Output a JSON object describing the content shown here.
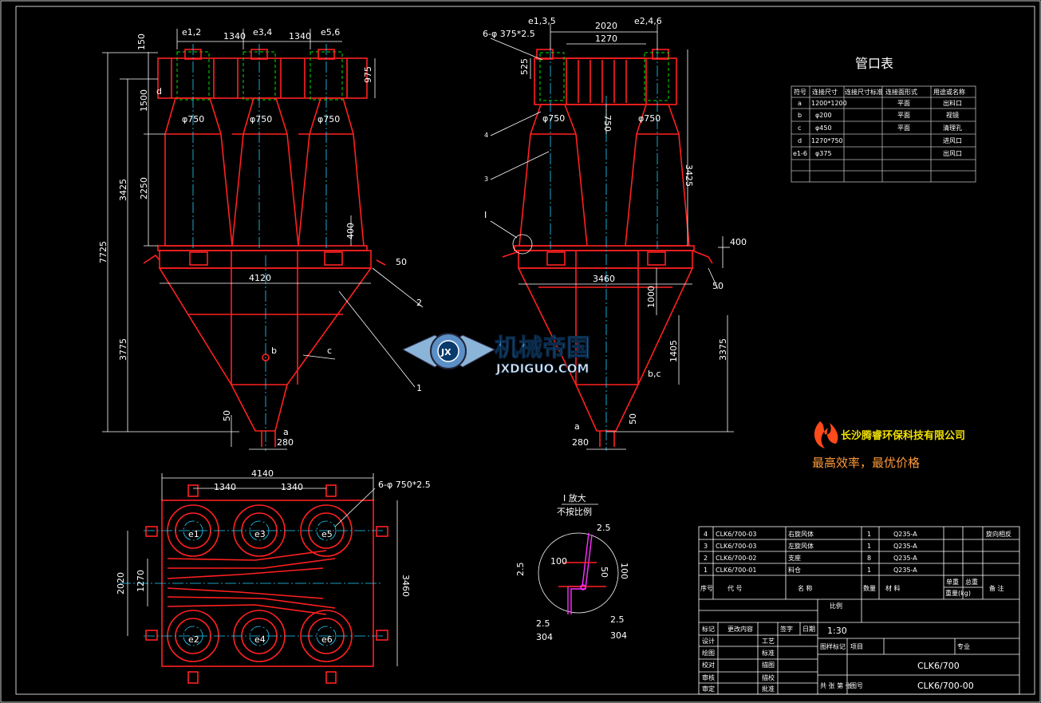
{
  "front_view": {
    "dims": {
      "d150": "150",
      "e12": "e1,2",
      "d1340a": "1340",
      "e34": "e3,4",
      "d1340b": "1340",
      "e56": "e5,6",
      "d975": "975",
      "d1500": "1500",
      "d2250": "2250",
      "d3425": "3425",
      "d7725": "7725",
      "d400": "400",
      "d4120": "4120",
      "d3775": "3775",
      "d50": "50",
      "d280": "280",
      "d50r": "50"
    },
    "labels": {
      "d": "d",
      "phi1": "φ750",
      "phi2": "φ750",
      "phi3": "φ750",
      "b": "b",
      "c": "c",
      "a": "a",
      "n2": "2",
      "n1": "1"
    }
  },
  "side_view": {
    "dims": {
      "e135": "e1,3,5",
      "d2020": "2020",
      "e246": "e2,4,6",
      "holes": "6-φ 375*2.5",
      "d1270": "1270",
      "d525": "525",
      "d750": "750",
      "d3425": "3425",
      "d400": "400",
      "d50": "50",
      "d3460": "3460",
      "d1000": "1000",
      "d1405": "1405",
      "d3375": "3375",
      "d50b": "50",
      "d280": "280"
    },
    "labels": {
      "phi1": "φ750",
      "phi2": "φ750",
      "n4": "4",
      "n3": "3",
      "nI": "I",
      "bc": "b,c",
      "a": "a"
    }
  },
  "plan_view": {
    "dims": {
      "d4140": "4140",
      "d1340a": "1340",
      "d1340b": "1340",
      "holes": "6-φ 750*2.5",
      "d2020": "2020",
      "d1270": "1270",
      "d3460": "3460"
    },
    "outlets": [
      "e1",
      "e3",
      "e5",
      "e2",
      "e4",
      "e6"
    ]
  },
  "detail": {
    "title": "I 放大",
    "subtitle": "不按比例",
    "dims": {
      "t1": "2.5",
      "d100a": "100",
      "d50": "50",
      "d100b": "100",
      "t2": "2.5",
      "t3": "2.5",
      "t4": "2.5",
      "d304a": "304",
      "d304b": "304"
    }
  },
  "nozzle_table": {
    "title": "管口表",
    "headers": [
      "符号",
      "连接尺寸",
      "连接尺寸标准",
      "连接面形式",
      "用途或名称"
    ],
    "rows": [
      [
        "a",
        "1200*1200",
        "",
        "平面",
        "出料口"
      ],
      [
        "b",
        "φ200",
        "",
        "平面",
        "视镜"
      ],
      [
        "c",
        "φ450",
        "",
        "平面",
        "清理孔"
      ],
      [
        "d",
        "1270*750",
        "",
        "",
        "进风口"
      ],
      [
        "e1-6",
        "φ375",
        "",
        "",
        "出风口"
      ],
      [
        "",
        "",
        "",
        "",
        ""
      ]
    ]
  },
  "watermark": {
    "brand": "机械帝国",
    "url": "JXDIGUO.COM",
    "badge": "JX"
  },
  "company": {
    "name": "长沙腾睿环保科技有限公司",
    "slogan": "最高效率，最优价格"
  },
  "parts_list": {
    "rows": [
      [
        "4",
        "CLK6/700-03",
        "右旋风体",
        "1",
        "Q235-A",
        "",
        "",
        "旋向相反"
      ],
      [
        "3",
        "CLK6/700-03",
        "左旋风体",
        "1",
        "Q235-A",
        "",
        "",
        ""
      ],
      [
        "2",
        "CLK6/700-02",
        "支座",
        "8",
        "Q235-A",
        "",
        "",
        ""
      ],
      [
        "1",
        "CLK6/700-01",
        "料仓",
        "1",
        "Q235-A",
        "",
        "",
        ""
      ]
    ],
    "header": {
      "no": "序号",
      "code": "代    号",
      "name": "名    称",
      "qty": "数量",
      "material": "材    料",
      "unit_w": "单重",
      "total_w": "总重",
      "weight": "重量(kg)",
      "note": "备  注"
    }
  },
  "title_block": {
    "scale_label": "比例",
    "scale": "1:30",
    "mark": "标记",
    "change": "更改内容",
    "sign": "签字",
    "date": "日期",
    "design": "设计",
    "draw": "绘图",
    "check": "校对",
    "review": "审核",
    "approve": "审定",
    "craft": "工艺",
    "standard": "标准",
    "trace": "描图",
    "archive": "描校",
    "ratify": "批准",
    "drawing_mark": "图样标记",
    "project": "项目",
    "major": "专业",
    "name": "CLK6/700",
    "sheets": "共 张 第 张",
    "drawing_no_label": "图号",
    "drawing_no": "CLK6/700-00"
  }
}
